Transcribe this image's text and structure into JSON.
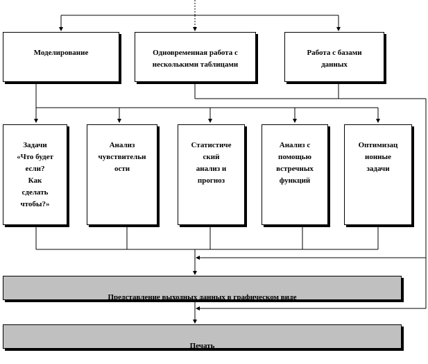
{
  "top_row": [
    {
      "id": "modeling",
      "label": "Моделирование"
    },
    {
      "id": "multi-table",
      "label": "Одновременная работа с\nнесколькими таблицами"
    },
    {
      "id": "databases",
      "label": "Работа с базами\nданных"
    }
  ],
  "middle_row": [
    {
      "id": "what-if",
      "label": "Задачи\n«Что будет\nесли?\nКак\nсделать\nчтобы?»"
    },
    {
      "id": "sensitivity",
      "label": "Анализ\nчувствительн\nости"
    },
    {
      "id": "statistics",
      "label": "Статистиче\nский\nанализ и\nпрогноз"
    },
    {
      "id": "counter-functions",
      "label": "Анализ с\nпомощью\nвстречных\nфункций"
    },
    {
      "id": "optimization",
      "label": "Оптимизац\nионные\nзадачи"
    }
  ],
  "output_box": {
    "label": "Представление выходных данных в графическом виде"
  },
  "print_box": {
    "label": "Печать"
  },
  "colors": {
    "box_fill": "#ffffff",
    "grey_fill": "#c0c0c0",
    "line": "#000000"
  }
}
